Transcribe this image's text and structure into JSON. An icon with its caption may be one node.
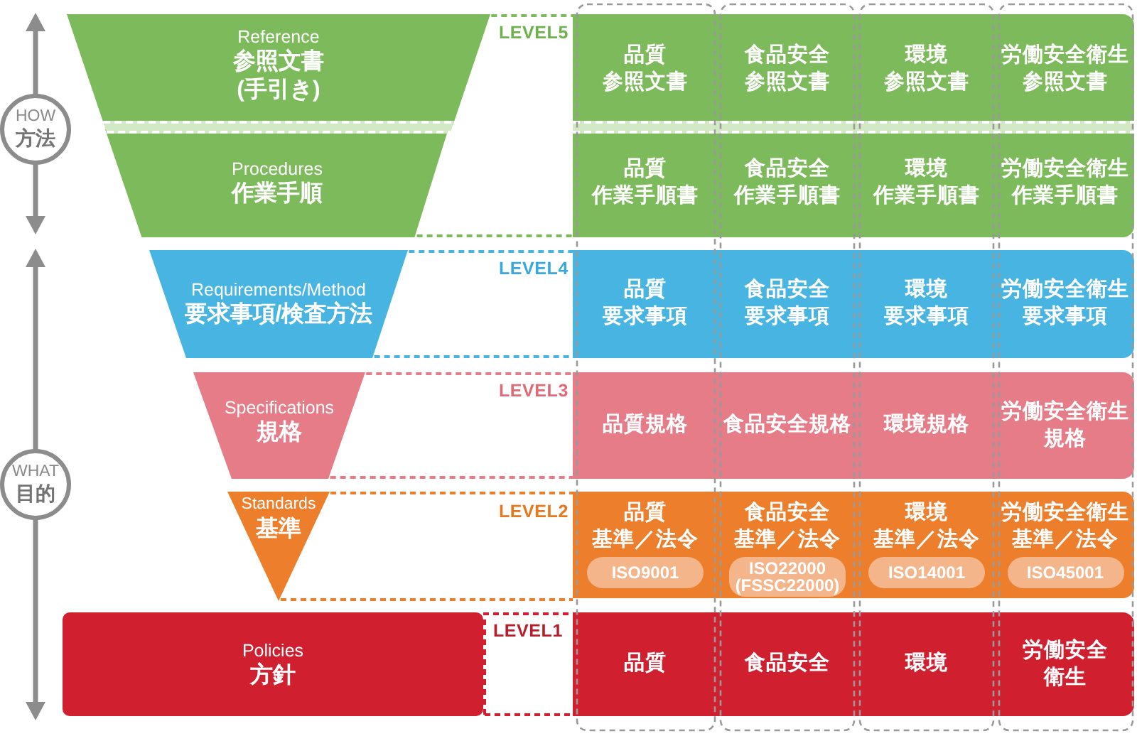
{
  "diagram": {
    "nodes": [
      {
        "text": [
          "HOW",
          "方法"
        ]
      },
      {
        "text": [
          "WHAT",
          "目的"
        ]
      },
      {
        "text": [
          "Reference",
          "参照文書(手引き)"
        ]
      },
      {
        "text": [
          "Procedures",
          "作業手順"
        ]
      },
      {
        "text": [
          "Requirements/Method",
          "要求事項/検査方法"
        ]
      },
      {
        "text": [
          "Specifications",
          "規格"
        ]
      },
      {
        "text": [
          "Standards",
          "基準"
        ]
      },
      {
        "text": [
          "Policies",
          "方針"
        ]
      },
      {
        "text": [
          "品質",
          "参照文書"
        ]
      },
      {
        "text": [
          "食品安全",
          "参照文書"
        ]
      },
      {
        "text": [
          "環境",
          "参照文書"
        ]
      },
      {
        "text": [
          "労働安全衛生",
          "参照文書"
        ]
      },
      {
        "text": [
          "品質",
          "作業手順書"
        ]
      },
      {
        "text": [
          "食品安全",
          "作業手順書"
        ]
      },
      {
        "text": [
          "環境",
          "作業手順書"
        ]
      },
      {
        "text": [
          "労働安全衛生",
          "作業手順書"
        ]
      },
      {
        "text": [
          "品質",
          "要求事項"
        ]
      },
      {
        "text": [
          "食品安全",
          "要求事項"
        ]
      },
      {
        "text": [
          "環境",
          "要求事項"
        ]
      },
      {
        "text": [
          "労働安全衛生",
          "要求事項"
        ]
      },
      {
        "text": [
          "品質規格"
        ]
      },
      {
        "text": [
          "食品安全規格"
        ]
      },
      {
        "text": [
          "環境規格"
        ]
      },
      {
        "text": [
          "労働安全衛生",
          "規格"
        ]
      },
      {
        "text": [
          "品質",
          "基準／法令"
        ]
      },
      {
        "text": [
          "ISO9001"
        ],
        "in": 24
      },
      {
        "text": [
          "食品安全",
          "基準／法令"
        ]
      },
      {
        "text": [
          "ISO22000 (FSSC22000)"
        ],
        "in": 26
      },
      {
        "text": [
          "環境",
          "基準／法令"
        ]
      },
      {
        "text": [
          "ISO14001"
        ],
        "in": 28
      },
      {
        "text": [
          "労働安全衛生",
          "基準／法令"
        ]
      },
      {
        "text": [
          "ISO45001"
        ],
        "in": 30
      },
      {
        "text": [
          "品質"
        ]
      },
      {
        "text": [
          "食品安全"
        ]
      },
      {
        "text": [
          "環境"
        ]
      },
      {
        "text": [
          "労働安全衛生"
        ]
      }
    ],
    "edges": [
      {
        "from": 2,
        "to": 8,
        "arrow": "none",
        "style": "dashed",
        "color": "#7dba5c"
      },
      {
        "from": 3,
        "to": 12,
        "arrow": "none",
        "style": "dashed",
        "color": "#7dba5c"
      },
      {
        "from": 4,
        "to": 16,
        "arrow": "none",
        "style": "dashed",
        "color": "#47b4e2"
      },
      {
        "from": 4,
        "to": 16,
        "arrow": "none",
        "style": "dashed",
        "color": "#47b4e2"
      },
      {
        "from": 5,
        "to": 20,
        "arrow": "none",
        "style": "dashed",
        "color": "#e57c87"
      },
      {
        "from": 5,
        "to": 20,
        "arrow": "none",
        "style": "dashed",
        "color": "#e57c87"
      },
      {
        "from": 6,
        "to": 24,
        "arrow": "none",
        "style": "dashed",
        "color": "#ec7e2c"
      },
      {
        "from": 6,
        "to": 24,
        "arrow": "none",
        "style": "dashed",
        "color": "#ec7e2c"
      },
      {
        "from": 7,
        "to": 32,
        "arrow": "none",
        "style": "dashed",
        "color": "#d0202f"
      },
      {
        "from": 7,
        "to": 32,
        "arrow": "none",
        "style": "dashed",
        "color": "#d0202f"
      }
    ],
    "labels": [
      "LEVEL5",
      "LEVEL4",
      "LEVEL3",
      "LEVEL2",
      "LEVEL1"
    ]
  }
}
